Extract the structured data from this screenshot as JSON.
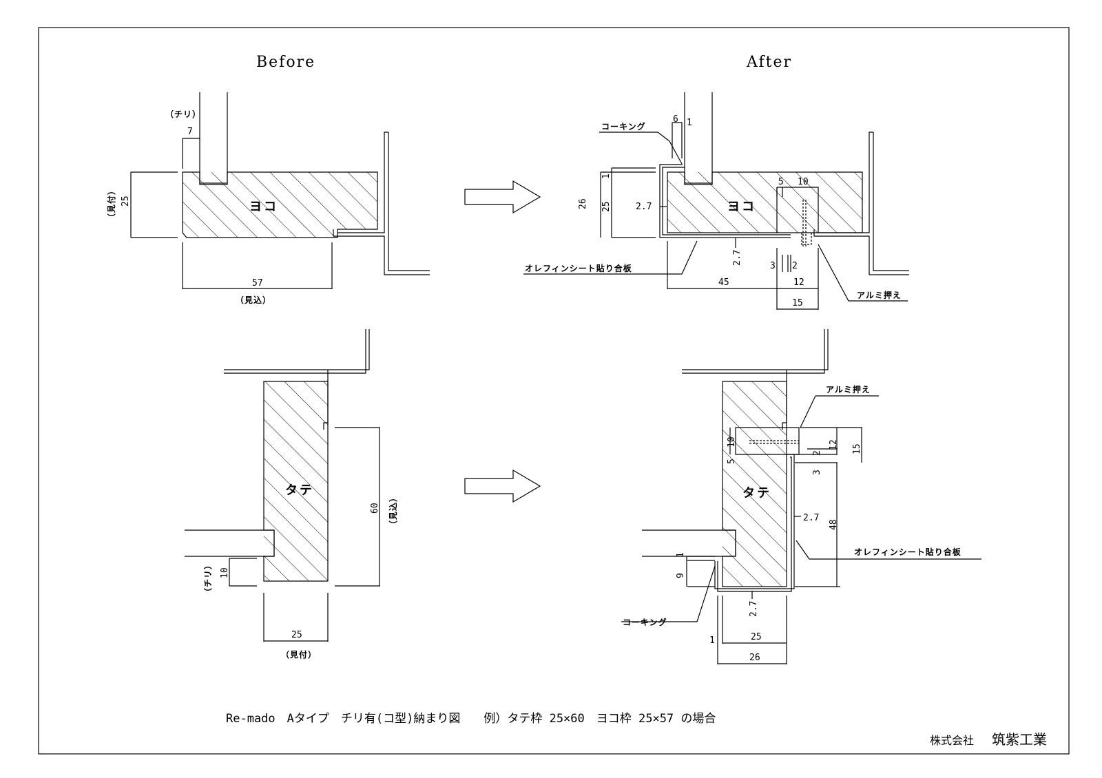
{
  "headings": {
    "before": "Before",
    "after": "After"
  },
  "before_yoko": {
    "part_label": "ヨコ",
    "chiri_label": "（チリ）",
    "chiri_value": "7",
    "mitsuke_value": "25",
    "mitsuke_label": "（見付）",
    "mikomi_value": "57",
    "mikomi_label": "（見込）"
  },
  "after_yoko": {
    "part_label": "ヨコ",
    "caulking_label": "コーキング",
    "olefin_label": "オレフィンシート貼り合板",
    "alumi_label": "アルミ押え",
    "dims": {
      "d6": "6",
      "d1_top": "1",
      "d1_side": "1",
      "d26": "26",
      "d25": "25",
      "d2_7_side": "2.7",
      "d2_7_bottom": "2.7",
      "d5": "5",
      "d10": "10",
      "d3": "3",
      "d2": "2",
      "d45": "45",
      "d12": "12",
      "d15": "15"
    }
  },
  "before_tate": {
    "part_label": "タテ",
    "mikomi_value": "60",
    "mikomi_label": "（見込）",
    "chiri_value": "10",
    "chiri_label": "（チリ）",
    "mitsuke_value": "25",
    "mitsuke_label": "（見付）"
  },
  "after_tate": {
    "part_label": "タテ",
    "alumi_label": "アルミ押え",
    "olefin_label": "オレフィンシート貼り合板",
    "caulking_label": "コーキング",
    "dims": {
      "d10": "10",
      "d5": "5",
      "d2": "2",
      "d12": "12",
      "d15": "15",
      "d3": "3",
      "d2_7_side": "2.7",
      "d48": "48",
      "d1": "1",
      "d9": "9",
      "d2_7_bottom": "2.7",
      "d1_left": "1",
      "d25": "25",
      "d26": "26"
    }
  },
  "caption": "Re-mado　Aタイプ　チリ有(コ型)納まり図　　例）タテ枠 25×60　ヨコ枠 25×57 の場合",
  "company": {
    "prefix": "株式会社",
    "name": "筑紫工業"
  }
}
